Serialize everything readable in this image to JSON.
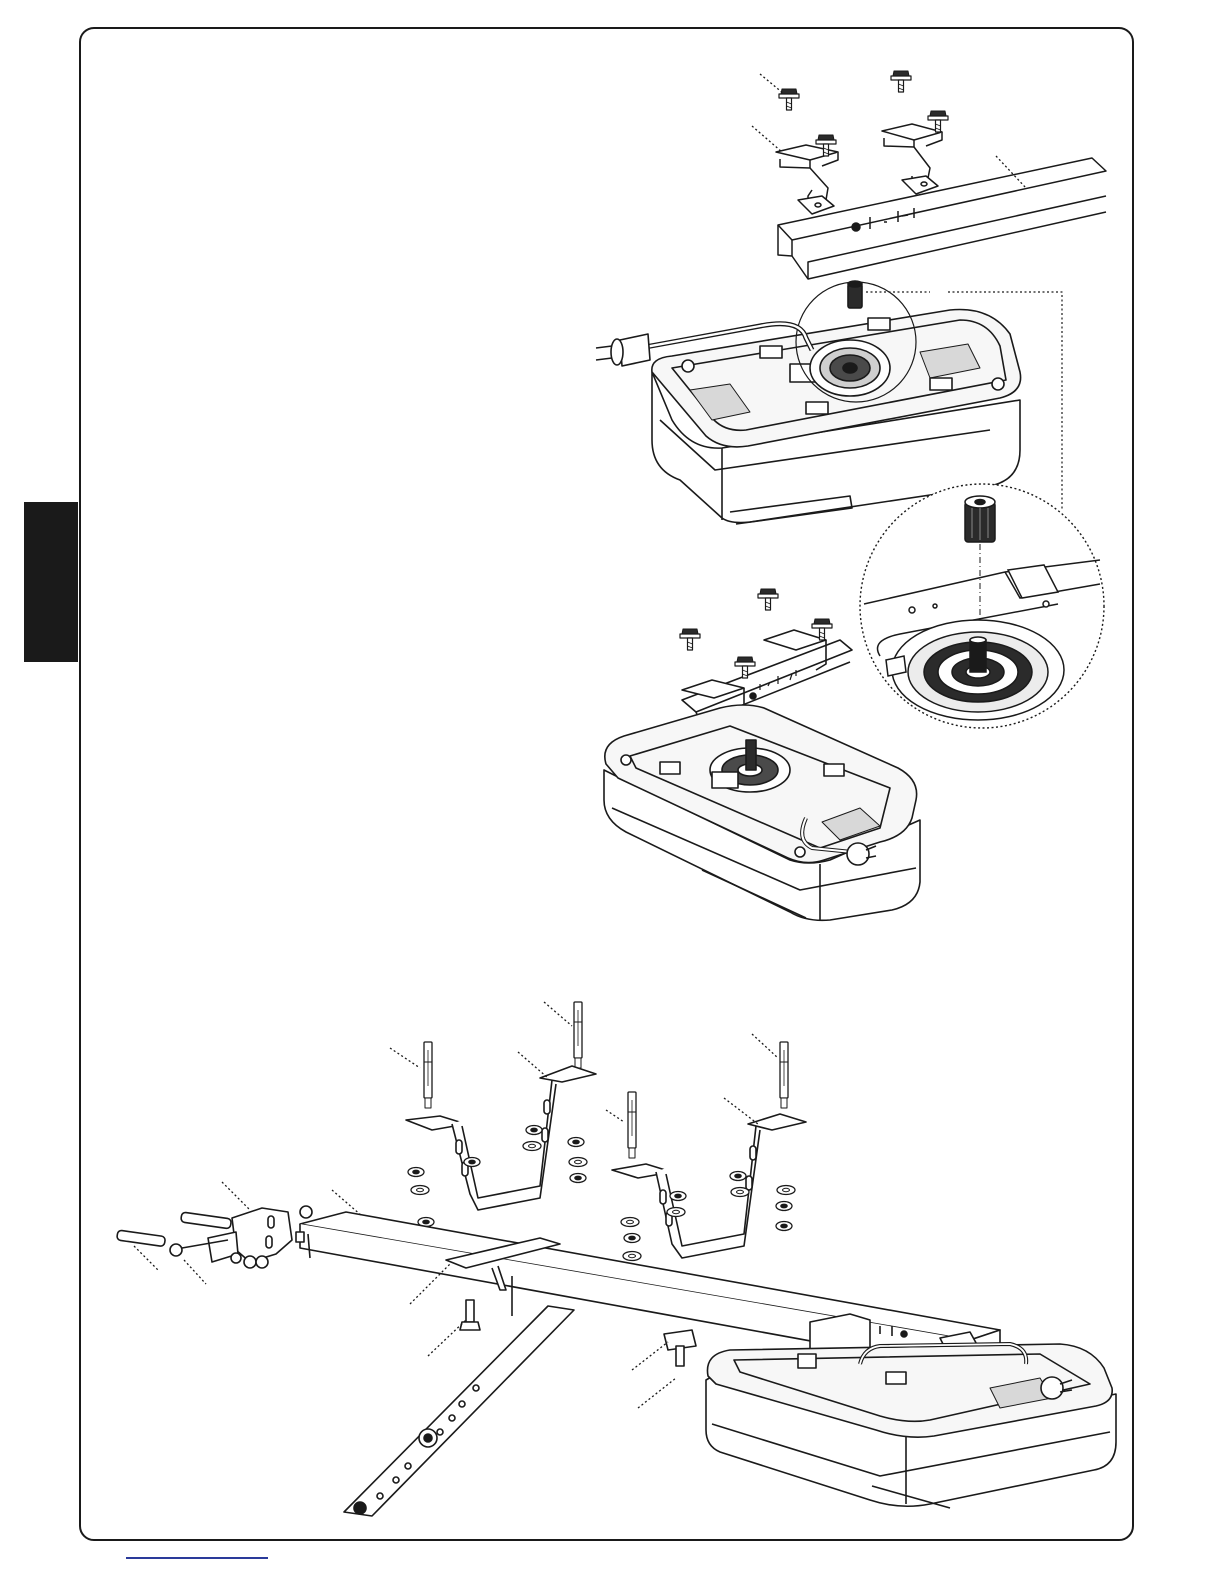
{
  "colors": {
    "ink": "#1a1a1a",
    "side_tab": "#1a1a1a",
    "footer_rule": "#2a3a9a",
    "fill_light": "#f2f2f2",
    "fill_dark": "#2b2b2b"
  },
  "figures": [
    {
      "name": "rail-bracket-exploded"
    },
    {
      "name": "motor-unit-top"
    },
    {
      "name": "drive-shaft-detail"
    },
    {
      "name": "motor-unit-assembled"
    },
    {
      "name": "rail-ceiling-mount-exploded"
    }
  ]
}
